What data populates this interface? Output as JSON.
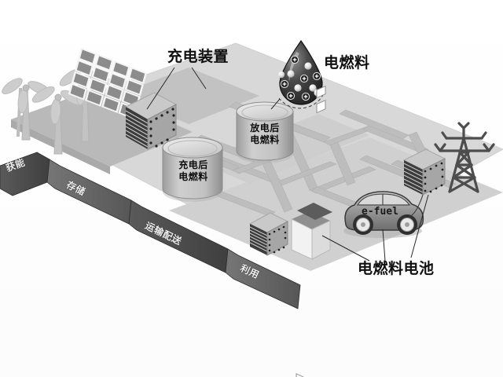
{
  "figure": {
    "title_visible": false,
    "background_color": "#ffffff",
    "style": "isometric grayscale technical illustration"
  },
  "labels": {
    "charging_device": "充电装置",
    "efuel_droplet": "电燃料",
    "tank_charged_line1": "充电后",
    "tank_charged_line2": "电燃料",
    "tank_discharged_line1": "放电后",
    "tank_discharged_line2": "电燃料",
    "fuel_cell": "电燃料电池",
    "car_badge": "e-fuel"
  },
  "process_band": {
    "segments": [
      {
        "id": "harvest",
        "label": "获能"
      },
      {
        "id": "storage",
        "label": "存储"
      },
      {
        "id": "transport",
        "label": "运输配送"
      },
      {
        "id": "utilization",
        "label": "利用"
      }
    ]
  },
  "scene_objects": [
    {
      "name": "wind-turbine",
      "count": 3
    },
    {
      "name": "solar-panel-array",
      "rows": 4,
      "cols": 4
    },
    {
      "name": "charging-stack",
      "count": 1
    },
    {
      "name": "storage-tank-charged",
      "count": 1
    },
    {
      "name": "storage-tank-discharged",
      "count": 1
    },
    {
      "name": "efuel-droplet",
      "count": 1
    },
    {
      "name": "fuel-cell-stack-house",
      "count": 1
    },
    {
      "name": "fuel-cell-stack-grid",
      "count": 1
    },
    {
      "name": "transmission-tower",
      "count": 1
    },
    {
      "name": "house",
      "count": 1
    },
    {
      "name": "car",
      "count": 1
    },
    {
      "name": "pipe-network",
      "count": 1
    }
  ],
  "colors": {
    "background": "#ffffff",
    "ground_light": "#e3e3e3",
    "ground_mid": "#c9c9c9",
    "ground_dark": "#b0b0b0",
    "pipe": "#bdbdbd",
    "band_dark": "#4a4a4a",
    "band_mid": "#6b6b6b",
    "tank_body": "#bfbfbf",
    "tank_top": "#dedede",
    "stack_dark": "#3a3a3a",
    "stack_face": "#9a9a9a",
    "droplet_dark": "#2f2f2f",
    "text": "#101010"
  }
}
